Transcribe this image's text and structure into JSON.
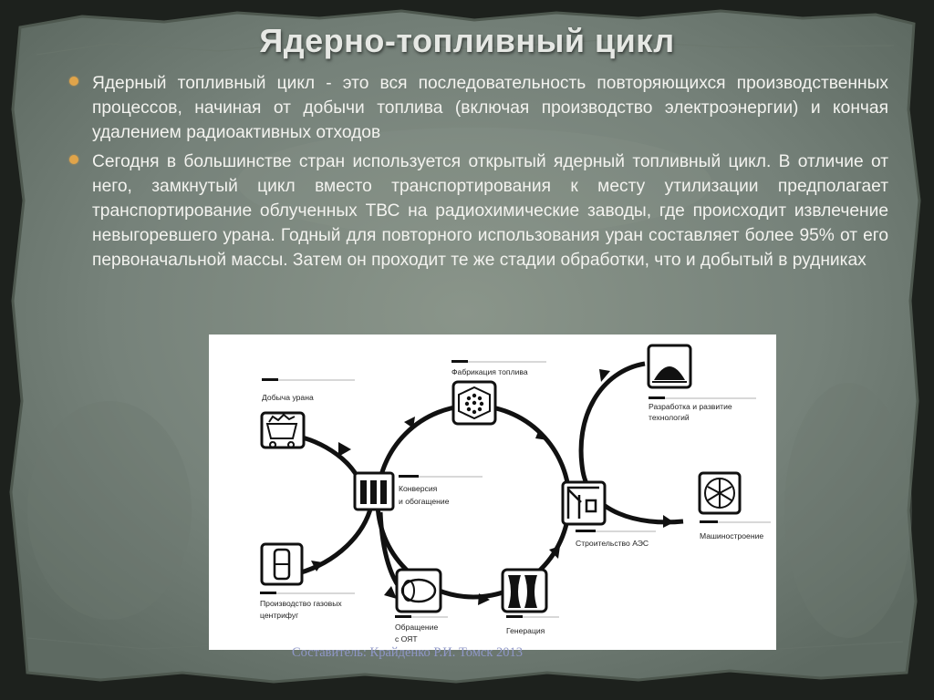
{
  "slide": {
    "title": "Ядерно-топливный цикл",
    "bullets": [
      "Ядерный топливный цикл - это вся последовательность повторяющихся производственных процессов, начиная от добычи топлива (включая производство электроэнергии) и кончая удалением радиоактивных отходов",
      "Сегодня в большинстве стран используется открытый ядерный топливный цикл. В отличие от него, замкнутый цикл вместо транспортирования к месту утилизации предполагает транспортирование облученных ТВС на радиохимические заводы, где происходит извлечение невыгоревшего урана. Годный для повторного использования уран составляет более 95% от его первоначальной массы. Затем он проходит те же стадии обработки, что и добытый в рудниках"
    ],
    "footer": "Составитель: Крайденко Р.И. Томск 2013"
  },
  "diagram": {
    "nodes": {
      "mining": {
        "label": [
          "Добыча урана"
        ],
        "icon": "mine-cart-icon"
      },
      "fabrication": {
        "label": [
          "Фабрикация топлива"
        ],
        "icon": "fuel-assembly-icon"
      },
      "rnd": {
        "label": [
          "Разработка и развитие",
          "технологий"
        ],
        "icon": "reactor-dome-icon"
      },
      "conversion": {
        "label": [
          "Конверсия",
          "и обогащение"
        ],
        "icon": "centrifuge-cylinders-icon"
      },
      "construction": {
        "label": [
          "Строительство АЭС"
        ],
        "icon": "crane-icon"
      },
      "machinery": {
        "label": [
          "Машиностроение"
        ],
        "icon": "turbine-fan-icon"
      },
      "centrifuges": {
        "label": [
          "Производство газовых",
          "центрифуг"
        ],
        "icon": "gas-centrifuge-icon"
      },
      "spent_fuel": {
        "label": [
          "Обращение",
          "с ОЯТ"
        ],
        "icon": "spent-fuel-cask-icon"
      },
      "generation": {
        "label": [
          "Генерация"
        ],
        "icon": "cooling-tower-icon"
      }
    }
  },
  "colors": {
    "bullet": "#e0a44a",
    "text": "#f3f3ef",
    "title": "#e6e8e4",
    "footer": "#8f97c7",
    "stone": "#7c877c",
    "frame": "#1d211d"
  }
}
